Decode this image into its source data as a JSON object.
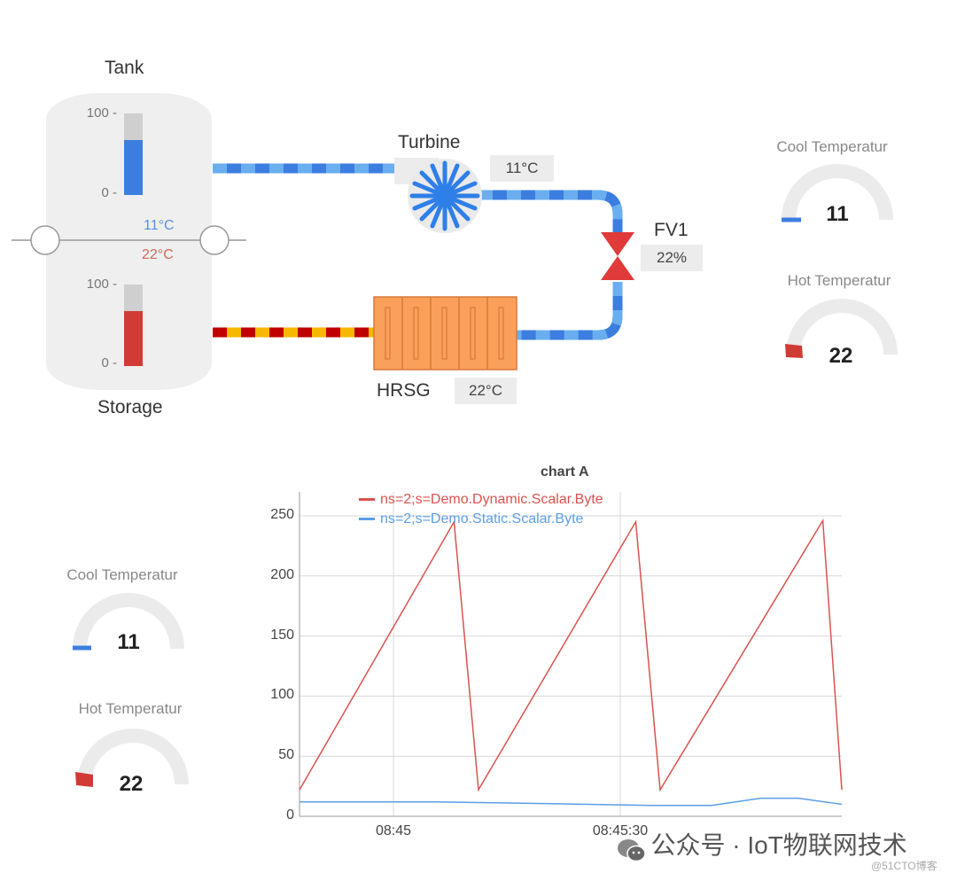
{
  "diagram": {
    "tank": {
      "label": "Tank",
      "scale_max": "100 -",
      "scale_min": "0 -",
      "level_pct": 65,
      "color": "#3b7ee0"
    },
    "storage": {
      "label": "Storage",
      "scale_max": "100 -",
      "scale_min": "0 -",
      "level_pct": 66,
      "color": "#d23a36"
    },
    "cool_temp_label": "11°C",
    "hot_temp_label": "22°C",
    "turbine": {
      "label": "Turbine",
      "value": "11°C"
    },
    "valve": {
      "label": "FV1",
      "value": "22%"
    },
    "hrsg": {
      "label": "HRSG",
      "value": "22°C"
    },
    "colors": {
      "cool": "#3b7ee0",
      "cool_light": "#6aaef0",
      "hot": "#c00000",
      "hot_light": "#f6b800",
      "hrsg": "#f9a05a",
      "valve": "#e03a3a"
    }
  },
  "gauges_right": [
    {
      "title": "Cool Temperatur",
      "value": "11",
      "color": "#3b7ee0"
    },
    {
      "title": "Hot Temperatur",
      "value": "22",
      "color": "#d23a36"
    }
  ],
  "gauges_left": [
    {
      "title": "Cool Temperatur",
      "value": "11",
      "color": "#3b7ee0"
    },
    {
      "title": "Hot Temperatur",
      "value": "22",
      "color": "#d23a36"
    }
  ],
  "chart_data": {
    "type": "line",
    "title": "chart A",
    "xlabel": "",
    "ylabel": "",
    "ylim": [
      0,
      250
    ],
    "yticks": [
      "0",
      "50",
      "100",
      "150",
      "200",
      "250"
    ],
    "xticks": [
      "08:45",
      "08:45:30"
    ],
    "grid": true,
    "legend_position": "top-left inside",
    "series": [
      {
        "name": "ns=2;s=Demo.Dynamic.Scalar.Byte",
        "color": "#d9534f",
        "x": [
          0,
          0.285,
          0.33,
          0.62,
          0.665,
          0.965,
          1.0
        ],
        "values": [
          22,
          245,
          22,
          245,
          22,
          246,
          22
        ]
      },
      {
        "name": "ns=2;s=Demo.Static.Scalar.Byte",
        "color": "#5b9ee6",
        "x": [
          0,
          0.25,
          0.4,
          0.65,
          0.76,
          0.85,
          0.92,
          1.0
        ],
        "values": [
          12,
          12,
          11,
          9,
          9,
          15,
          15,
          10
        ]
      }
    ]
  },
  "watermark": {
    "text": "公众号 · IoT物联网技术",
    "source": "@51CTO博客"
  }
}
